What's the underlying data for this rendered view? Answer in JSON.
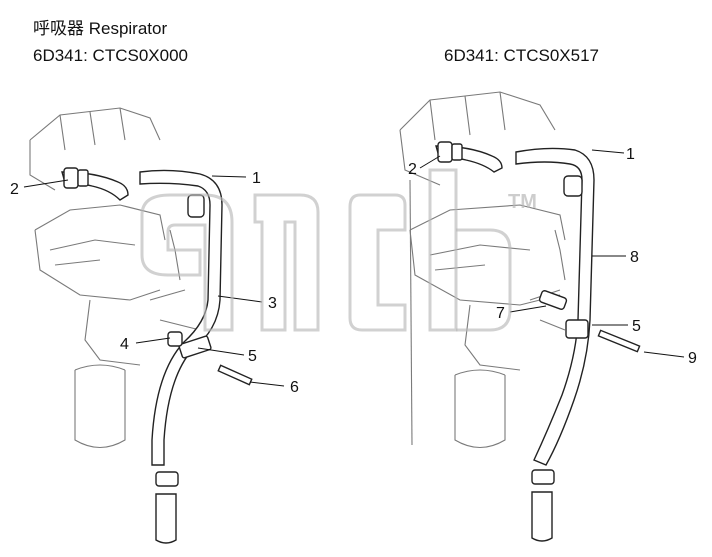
{
  "header": {
    "title": "呼吸器 Respirator",
    "left_variant": "6D341: CTCS0X000",
    "right_variant": "6D341: CTCS0X517"
  },
  "watermark": {
    "mark": "TM"
  },
  "left_callouts": [
    "1",
    "2",
    "3",
    "4",
    "5",
    "6"
  ],
  "right_callouts": [
    "1",
    "2",
    "8",
    "7",
    "5",
    "9"
  ],
  "colors": {
    "line": "#111111",
    "engine": "#7a7a7a",
    "watermark": "#b9b9b9"
  }
}
